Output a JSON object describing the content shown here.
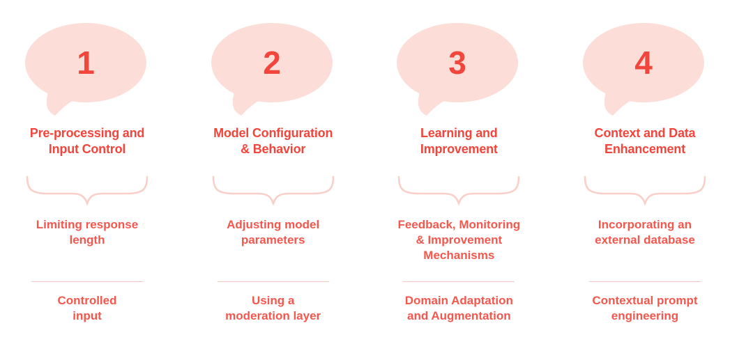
{
  "colors": {
    "accent_red": "#f2453c",
    "body_red": "#f4574d",
    "bubble_pink": "#fcddd7",
    "brace_pink": "#f9cfc9",
    "divider_pink": "#f7c8c2",
    "background": "#ffffff"
  },
  "columns": [
    {
      "number": "1",
      "title": "Pre-processing and\nInput Control",
      "item1": "Limiting response\nlength",
      "item2": "Controlled\ninput"
    },
    {
      "number": "2",
      "title": "Model Configuration\n& Behavior",
      "item1": "Adjusting model\nparameters",
      "item2": "Using a\nmoderation layer"
    },
    {
      "number": "3",
      "title": "Learning and\nImprovement",
      "item1": "Feedback, Monitoring\n& Improvement\nMechanisms",
      "item2": "Domain Adaptation\nand Augmentation"
    },
    {
      "number": "4",
      "title": "Context and Data\nEnhancement",
      "item1": "Incorporating an\nexternal database",
      "item2": "Contextual prompt\nengineering"
    }
  ]
}
